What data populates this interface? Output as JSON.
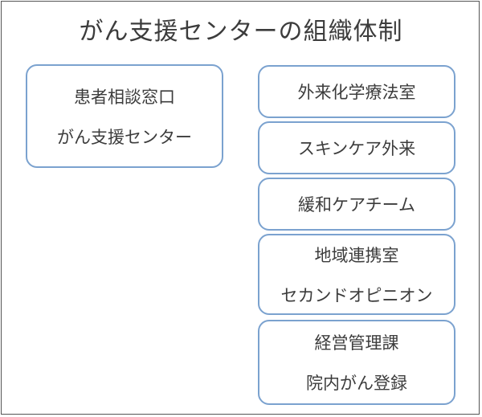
{
  "title": "がん支援センターの組織体制",
  "left_box": {
    "lines": [
      "患者相談窓口",
      "がん支援センター"
    ]
  },
  "right_boxes": [
    {
      "lines": [
        "外来化学療法室"
      ]
    },
    {
      "lines": [
        "スキンケア外来"
      ]
    },
    {
      "lines": [
        "緩和ケアチーム"
      ]
    },
    {
      "lines": [
        "地域連携室",
        "セカンドオピニオン"
      ]
    },
    {
      "lines": [
        "経営管理課",
        "院内がん登録"
      ]
    }
  ],
  "colors": {
    "box_border": "#7ba2cf",
    "frame_border": "#555555",
    "text": "#3c3c3c"
  }
}
